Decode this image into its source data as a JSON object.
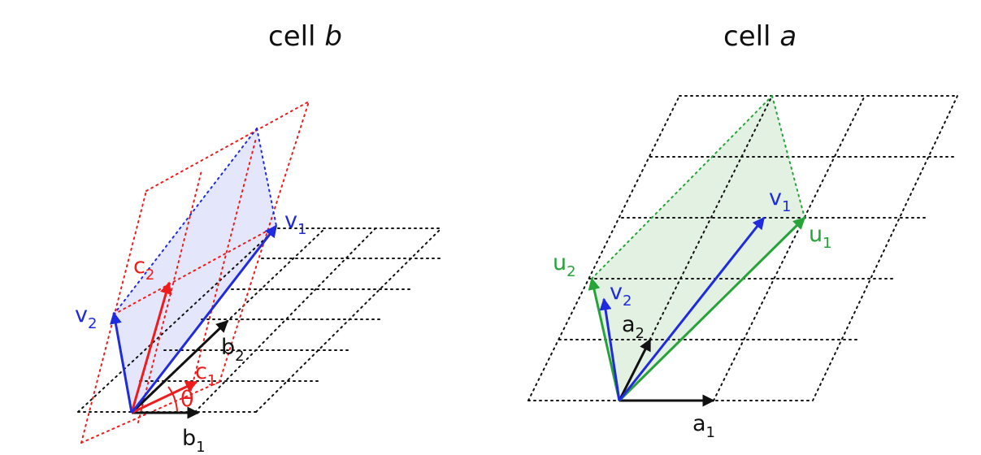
{
  "panels": [
    {
      "id": "cell-b",
      "title_prefix": "cell ",
      "title_symbol": "b",
      "vectors": [
        {
          "sym": "b",
          "sub": "1"
        },
        {
          "sym": "b",
          "sub": "2"
        },
        {
          "sym": "c",
          "sub": "1"
        },
        {
          "sym": "c",
          "sub": "2"
        },
        {
          "sym": "v",
          "sub": "1"
        },
        {
          "sym": "v",
          "sub": "2"
        }
      ],
      "angle_label": "θ"
    },
    {
      "id": "cell-a",
      "title_prefix": "cell ",
      "title_symbol": "a",
      "vectors": [
        {
          "sym": "a",
          "sub": "1"
        },
        {
          "sym": "a",
          "sub": "2"
        },
        {
          "sym": "u",
          "sub": "1"
        },
        {
          "sym": "u",
          "sub": "2"
        },
        {
          "sym": "v",
          "sub": "1"
        },
        {
          "sym": "v",
          "sub": "2"
        }
      ]
    }
  ],
  "colors": {
    "black": "#111111",
    "red": "#ee1c1c",
    "blue": "#1f2bdd",
    "green": "#27a33a",
    "blue_fill": "#e4e6fb",
    "green_fill": "#e3f1e2"
  }
}
